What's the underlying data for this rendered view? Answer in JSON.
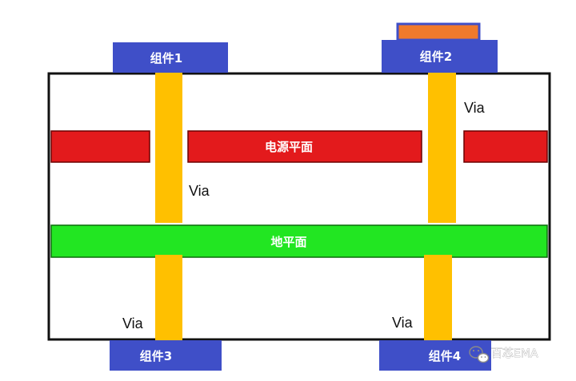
{
  "components": {
    "c1": {
      "label": "组件1"
    },
    "c2": {
      "label": "组件2"
    },
    "c3": {
      "label": "组件3"
    },
    "c4": {
      "label": "组件4"
    }
  },
  "planes": {
    "power": {
      "label": "电源平面"
    },
    "ground": {
      "label": "地平面"
    }
  },
  "vias": {
    "v1": {
      "label": "Via"
    },
    "v2": {
      "label": "Via"
    },
    "v3": {
      "label": "Via"
    },
    "v4": {
      "label": "Via"
    }
  },
  "watermark": {
    "text": "百芯EMA"
  },
  "colors": {
    "component": "#3f4fc8",
    "via": "#ffc000",
    "power_plane": "#e31a1c",
    "ground_plane": "#22e622",
    "pad": "#f07a2c",
    "board_outline": "#111111"
  }
}
